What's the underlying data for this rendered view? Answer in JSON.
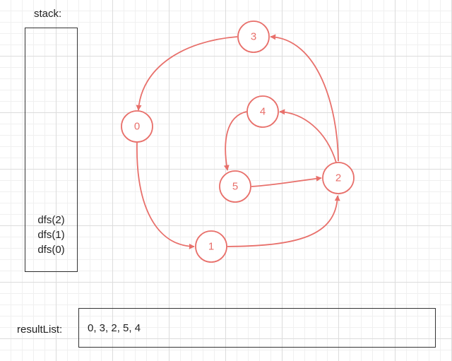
{
  "stack": {
    "title": "stack:",
    "items": [
      "dfs(2)",
      "dfs(1)",
      "dfs(0)"
    ]
  },
  "result": {
    "label": "resultList:",
    "value": "0, 3, 2, 5, 4"
  },
  "graph": {
    "nodes": [
      {
        "id": "0",
        "label": "0"
      },
      {
        "id": "1",
        "label": "1"
      },
      {
        "id": "2",
        "label": "2"
      },
      {
        "id": "3",
        "label": "3"
      },
      {
        "id": "4",
        "label": "4"
      },
      {
        "id": "5",
        "label": "5"
      }
    ],
    "edges": [
      {
        "from": "0",
        "to": "1"
      },
      {
        "from": "1",
        "to": "2"
      },
      {
        "from": "2",
        "to": "3"
      },
      {
        "from": "3",
        "to": "0"
      },
      {
        "from": "2",
        "to": "4"
      },
      {
        "from": "4",
        "to": "5"
      },
      {
        "from": "5",
        "to": "2"
      }
    ],
    "color": "#e8706b"
  }
}
